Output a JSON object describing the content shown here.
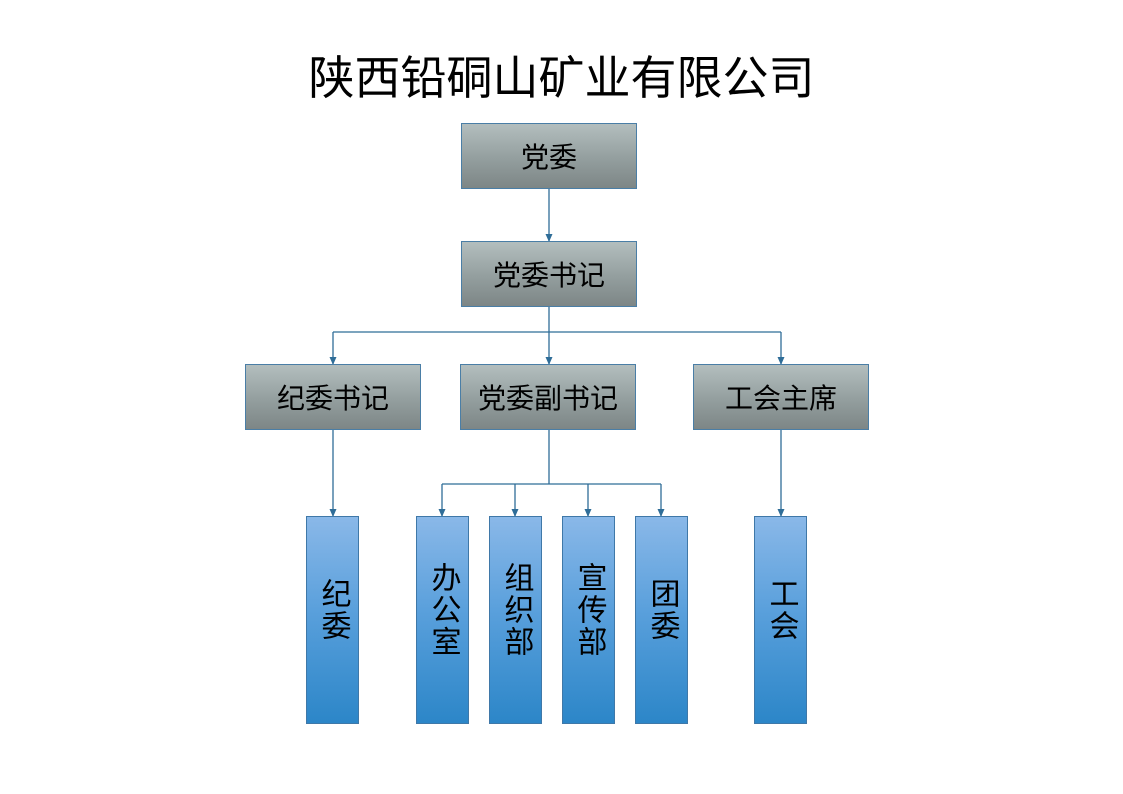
{
  "title": "陕西铅硐山矿业有限公司",
  "nodes": {
    "dangwei": "党委",
    "shuji": "党委书记",
    "jiwei_shuji": "纪委书记",
    "fu_shuji": "党委副书记",
    "gonghui_zhuxi": "工会主席",
    "jiwei": "纪委",
    "bangongshi": "办公室",
    "zuzhibu": "组织部",
    "xuanchuanbu": "宣传部",
    "tuanwei": "团委",
    "gonghui": "工会"
  },
  "colors": {
    "connector": "#2f6d98",
    "gray_box": "#939e9e",
    "blue_box": "#4a96d6",
    "border": "#4a7ea6"
  }
}
